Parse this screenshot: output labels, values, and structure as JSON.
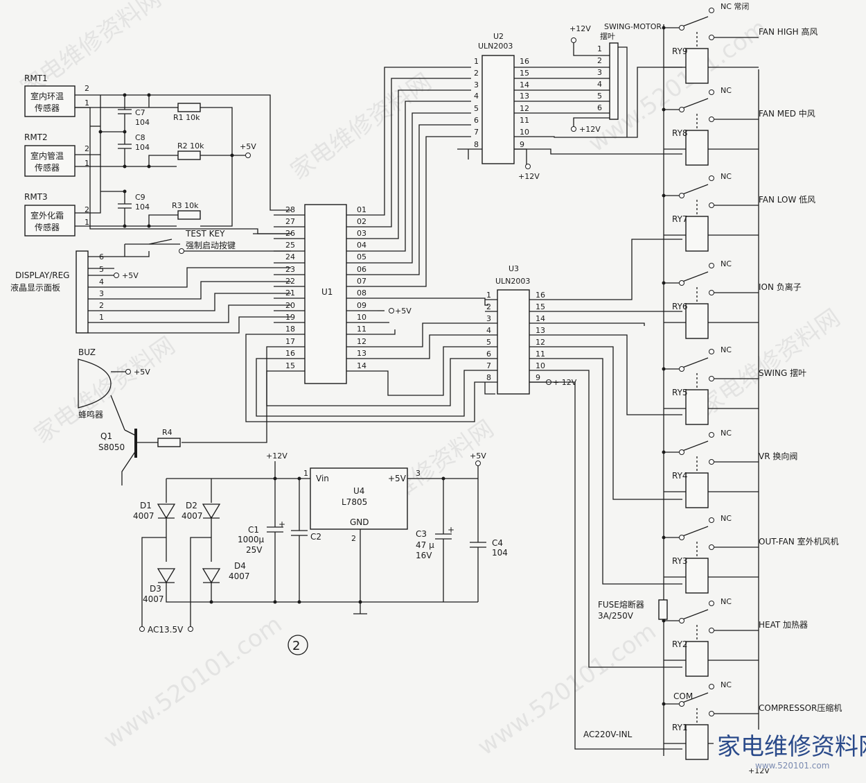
{
  "watermark": {
    "text_cn": "家电维修资料网",
    "text_url": "www.520101.com"
  },
  "sensors": [
    {
      "id": "RMT1",
      "line1": "室内环温",
      "line2": "传感器"
    },
    {
      "id": "RMT2",
      "line1": "室内管温",
      "line2": "传感器"
    },
    {
      "id": "RMT3",
      "line1": "室外化霜",
      "line2": "传感器"
    }
  ],
  "caps": [
    {
      "ref": "C7",
      "value": "104"
    },
    {
      "ref": "C8",
      "value": "104"
    },
    {
      "ref": "C9",
      "value": "104"
    }
  ],
  "resistors": [
    {
      "label": "R1 10k"
    },
    {
      "label": "R2 10k"
    },
    {
      "label": "R3 10k"
    },
    {
      "label": "R4"
    }
  ],
  "nets": {
    "plus5v": "+5V",
    "plus12v": "+12V",
    "plus12v_alt": "+ 12V"
  },
  "test_key": {
    "label_en": "TEST KEY",
    "label_cn": "强制启动按键"
  },
  "display": {
    "label_en": "DISPLAY/REG",
    "label_cn": "液晶显示面板"
  },
  "ics": {
    "u1": {
      "ref": "U1"
    },
    "u2": {
      "ref": "U2",
      "part": "ULN2003"
    },
    "u3": {
      "ref": "U3",
      "part": "ULN2003"
    }
  },
  "swing_motor": {
    "label_en": "SWING-MOTOR",
    "label_cn": "摆叶"
  },
  "relays": [
    {
      "ref": "RY9",
      "nc": "NC 常闭",
      "label": "FAN HIGH 高风"
    },
    {
      "ref": "RY8",
      "nc": "NC",
      "label": "FAN MED 中风"
    },
    {
      "ref": "RY7",
      "nc": "NC",
      "label": "FAN LOW 低风"
    },
    {
      "ref": "RY6",
      "nc": "NC",
      "label": "ION 负离子"
    },
    {
      "ref": "RY5",
      "nc": "NC",
      "label": "SWING 摆叶"
    },
    {
      "ref": "RY4",
      "nc": "NC",
      "label": "VR 换向阀"
    },
    {
      "ref": "RY3",
      "nc": "NC",
      "label": "OUT-FAN 室外机风机"
    },
    {
      "ref": "RY2",
      "nc": "NC",
      "label": "HEAT 加热器"
    },
    {
      "ref": "RY1",
      "nc": "NC",
      "label": "COMPRESSOR压缩机"
    }
  ],
  "relay_common": "COM",
  "buzzer": {
    "ref": "BUZ",
    "name_cn": "蜂鸣器"
  },
  "transistor": {
    "ref": "Q1",
    "part": "S8050"
  },
  "diodes": [
    {
      "ref": "D1",
      "part": "4007"
    },
    {
      "ref": "D2",
      "part": "4007"
    },
    {
      "ref": "D3",
      "part": "4007"
    },
    {
      "ref": "D4",
      "part": "4007"
    }
  ],
  "power": {
    "ac_input": "AC13.5V",
    "ac_line": "AC220V-INL",
    "c1_ref": "C1",
    "c1_value": "1000µ",
    "c1_voltage": "25V",
    "c2_ref": "C2",
    "c3_ref": "C3",
    "c3_value": "47 µ",
    "c3_voltage": "16V",
    "c4_ref": "C4",
    "c4_value": "104",
    "reg_vin": "Vin",
    "reg_vout": "+5V",
    "reg_ref": "U4",
    "reg_part": "L7805",
    "reg_gnd": "GND"
  },
  "fuse": {
    "label_cn": "FUSE熔断器",
    "rating": "3A/250V"
  },
  "page_marker": "2",
  "brand": {
    "name_cn": "家电维修资料网",
    "url": "www.520101.com"
  }
}
